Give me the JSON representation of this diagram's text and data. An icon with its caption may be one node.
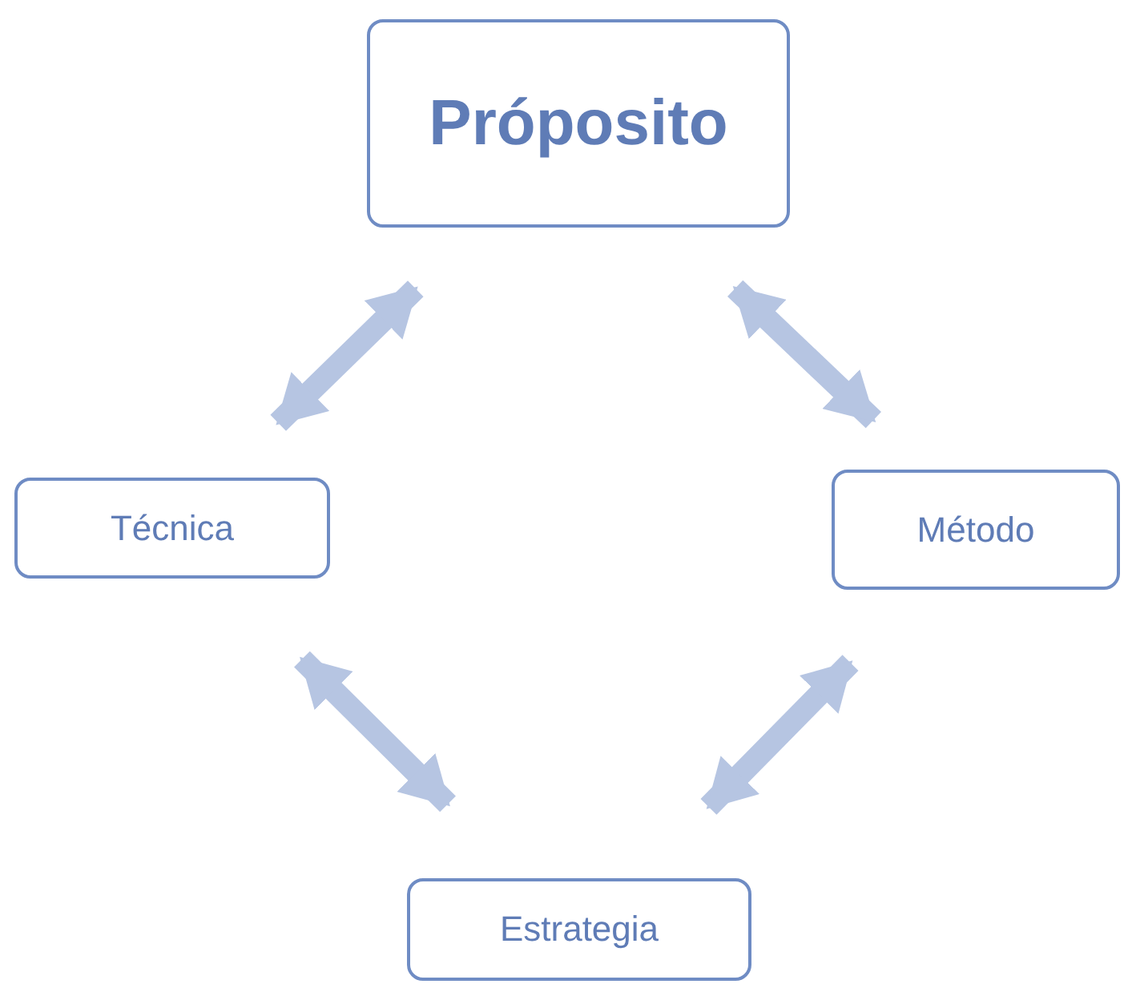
{
  "diagram": {
    "nodes": [
      {
        "text": [
          "Próposito"
        ]
      },
      {
        "text": [
          "Técnica"
        ]
      },
      {
        "text": [
          "Método"
        ]
      },
      {
        "text": [
          "Estrategia"
        ]
      }
    ],
    "edges": [
      {
        "from": 0,
        "to": 1,
        "arrow": "both"
      },
      {
        "from": 0,
        "to": 2,
        "arrow": "both"
      },
      {
        "from": 1,
        "to": 3,
        "arrow": "both"
      },
      {
        "from": 2,
        "to": 3,
        "arrow": "both"
      }
    ]
  }
}
